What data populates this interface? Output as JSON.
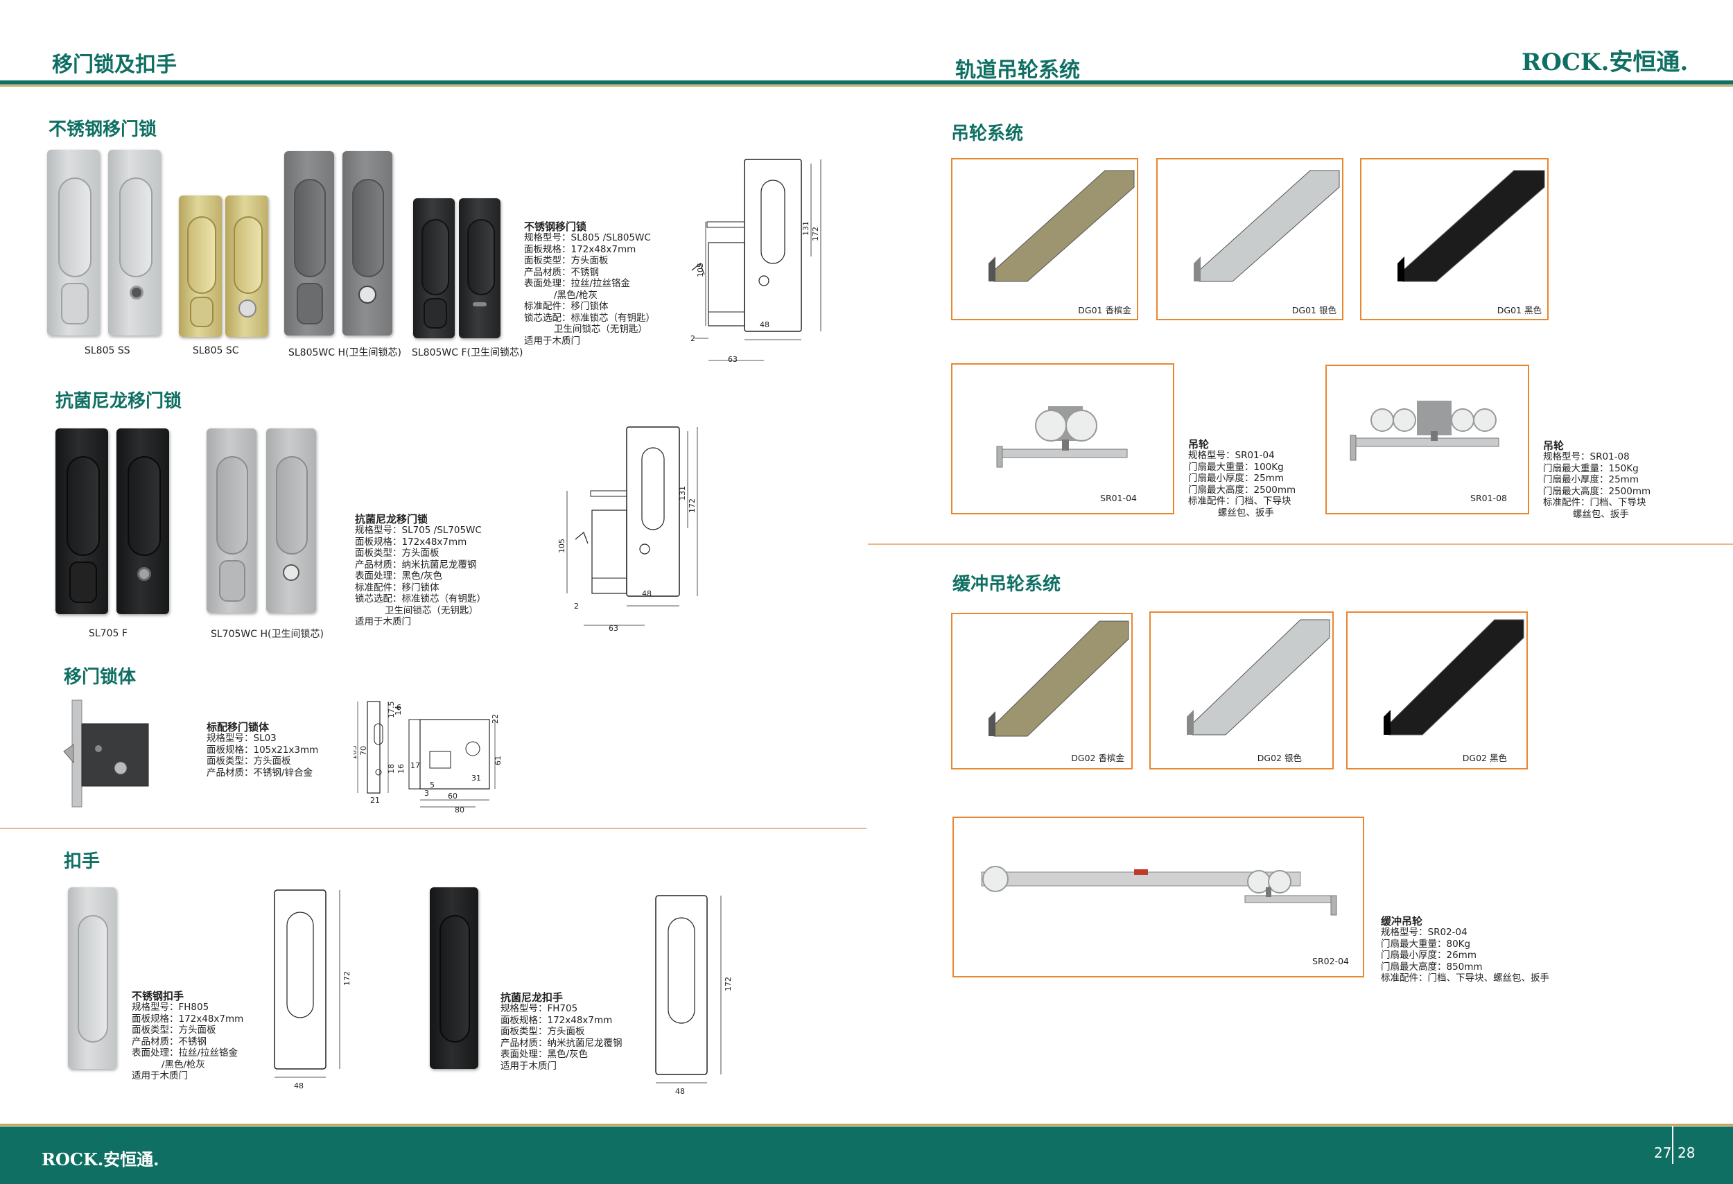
{
  "header": {
    "left_title": "移门锁及扣手",
    "right_title": "轨道吊轮系统",
    "brand": "ROCK.安恒通."
  },
  "stainless_lock": {
    "title": "不锈钢移门锁",
    "models": [
      "SL805 SS",
      "SL805 SC",
      "SL805WC H(卫生间锁芯)",
      "SL805WC F(卫生间锁芯)"
    ],
    "spec_title": "不锈钢移门锁",
    "spec": [
      "规格型号：SL805 /SL805WC",
      "面板规格：172x48x7mm",
      "面板类型：方头面板",
      "产品材质：不锈钢",
      "表面处理：拉丝/拉丝铬金",
      "          /黑色/枪灰",
      "标准配件：移门锁体",
      "锁芯选配：标准锁芯（有钥匙）",
      "          卫生间锁芯（无钥匙）",
      "适用于木质门"
    ],
    "dims": {
      "a": "131",
      "b": "172",
      "c": "105",
      "d": "48",
      "e": "2",
      "f": "63"
    }
  },
  "nylon_lock": {
    "title": "抗菌尼龙移门锁",
    "models": [
      "SL705 F",
      "SL705WC H(卫生间锁芯)"
    ],
    "spec_title": "抗菌尼龙移门锁",
    "spec": [
      "规格型号：SL705 /SL705WC",
      "面板规格：172x48x7mm",
      "面板类型：方头面板",
      "产品材质：纳米抗菌尼龙覆钢",
      "表面处理：黑色/灰色",
      "标准配件：移门锁体",
      "锁芯选配：标准锁芯（有钥匙）",
      "          卫生间锁芯（无钥匙）",
      "适用于木质门"
    ],
    "dims": {
      "a": "131",
      "b": "172",
      "c": "105",
      "d": "48",
      "e": "2",
      "f": "63"
    }
  },
  "lock_body": {
    "title": "移门锁体",
    "spec_title": "标配移门锁体",
    "spec": [
      "规格型号：SL03",
      "面板规格：105x21x3mm",
      "面板类型：方头面板",
      "产品材质：不锈钢/锌合金"
    ],
    "dims": [
      "105",
      "70",
      "17.5",
      "6",
      "14",
      "22",
      "61",
      "16",
      "17",
      "5",
      "31",
      "60",
      "80",
      "3",
      "21",
      "18"
    ]
  },
  "handle": {
    "title": "扣手",
    "stainless_spec_title": "不锈钢扣手",
    "stainless_spec": [
      "规格型号：FH805",
      "面板规格：172x48x7mm",
      "面板类型：方头面板",
      "产品材质：不锈钢",
      "表面处理：拉丝/拉丝铬金",
      "          /黑色/枪灰",
      "适用于木质门"
    ],
    "nylon_spec_title": "抗菌尼龙扣手",
    "nylon_spec": [
      "规格型号：FH705",
      "面板规格：172x48x7mm",
      "面板类型：方头面板",
      "产品材质：纳米抗菌尼龙覆钢",
      "表面处理：黑色/灰色",
      "适用于木质门"
    ],
    "dims": {
      "h": "172",
      "w": "48"
    }
  },
  "hanging_system": {
    "title": "吊轮系统",
    "tracks": [
      "DG01 香槟金",
      "DG01 银色",
      "DG01 黑色"
    ],
    "track_colors": [
      "#9d9470",
      "#c9cccc",
      "#1c1c1c"
    ],
    "wheels": [
      {
        "caption": "SR01-04",
        "spec_title": "吊轮",
        "spec": [
          "规格型号：SR01-04",
          "门扇最大重量：100Kg",
          "门扇最小厚度：25mm",
          "门扇最大高度：2500mm",
          "标准配件：门档、下导块",
          "          螺丝包、扳手"
        ]
      },
      {
        "caption": "SR01-08",
        "spec_title": "吊轮",
        "spec": [
          "规格型号：SR01-08",
          "门扇最大重量：150Kg",
          "门扇最小厚度：25mm",
          "门扇最大高度：2500mm",
          "标准配件：门档、下导块",
          "          螺丝包、扳手"
        ]
      }
    ]
  },
  "buffer_system": {
    "title": "缓冲吊轮系统",
    "tracks": [
      "DG02 香槟金",
      "DG02 银色",
      "DG02 黑色"
    ],
    "track_colors": [
      "#9d9470",
      "#c9cccc",
      "#1c1c1c"
    ],
    "wheel": {
      "caption": "SR02-04",
      "spec_title": "缓冲吊轮",
      "spec": [
        "规格型号：SR02-04",
        "门扇最大重量：80Kg",
        "门扇最小厚度：26mm",
        "门扇最大高度：850mm",
        "标准配件：门档、下导块、螺丝包、扳手"
      ]
    }
  },
  "footer": {
    "brand": "ROCK.安恒通.",
    "page_left": "27",
    "page_right": "28"
  },
  "colors": {
    "brand_green": "#0e6f62",
    "accent_orange": "#e9872e",
    "gold_line": "#c8a35a"
  }
}
